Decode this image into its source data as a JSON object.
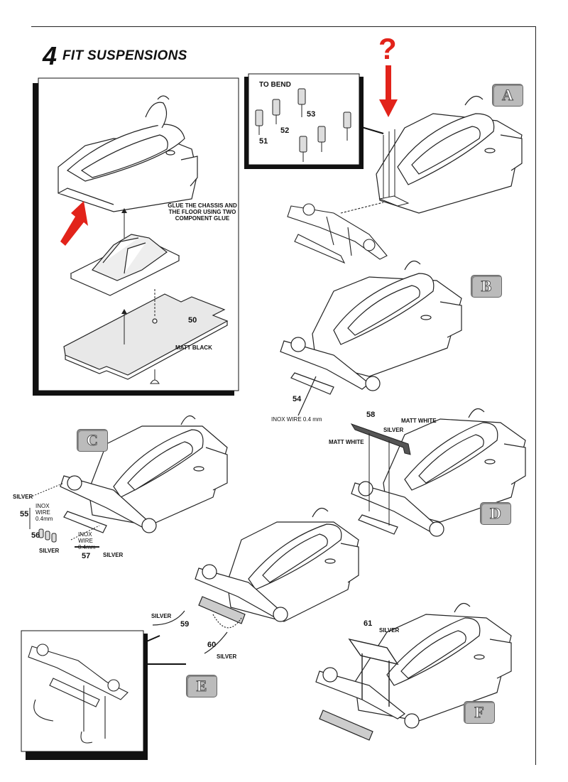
{
  "step": {
    "number": "4",
    "title": "FIT SUSPENSIONS"
  },
  "annotation": {
    "question_mark": "?"
  },
  "panel_main": {
    "glue_note": "GLUE THE CHASSIS AND\nTHE FLOOR USING TWO\nCOMPONENT GLUE",
    "part_50": "50",
    "floor_color": "MATT BLACK"
  },
  "inset_bend": {
    "title": "TO BEND",
    "parts": [
      "51",
      "52",
      "53"
    ]
  },
  "sub_steps": {
    "A": "A",
    "B": "B",
    "C": "C",
    "D": "D",
    "E": "E",
    "F": "F"
  },
  "step_b": {
    "part": "54",
    "wire": "INOX WIRE 0.4 mm"
  },
  "step_c": {
    "part_55": "55",
    "part_56": "56",
    "part_57": "57",
    "silver_1": "SILVER",
    "silver_2": "SILVER",
    "silver_3": "SILVER",
    "inox_1": "INOX\nWIRE\n0.4mm",
    "inox_2": "INOX\nWIRE\n0.4mm"
  },
  "step_d": {
    "part": "58",
    "matt_white_1": "MATT WHITE",
    "matt_white_2": "MATT WHITE",
    "silver": "SILVER"
  },
  "step_e": {
    "part_59": "59",
    "part_60": "60",
    "silver_1": "SILVER",
    "silver_2": "SILVER"
  },
  "step_f": {
    "part": "61",
    "silver": "SILVER"
  },
  "colors": {
    "arrow_red": "#e2231a",
    "badge_grey": "#bbbbbb",
    "ink": "#111111"
  }
}
